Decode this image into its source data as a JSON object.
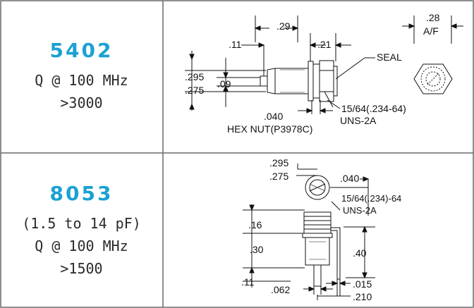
{
  "rows": [
    {
      "model": "5402",
      "specs": [
        "Q @ 100 MHz",
        ">3000"
      ],
      "drawing": {
        "dims": {
          "d029": ".29",
          "d011": ".11",
          "d021": ".21",
          "seal": "SEAL",
          "d0295": ".295",
          "d0275": ".275",
          "d009": ".09",
          "d0040": ".040",
          "hexnut": "HEX NUT(P3978C)",
          "thread1": "15/64(.234-64)",
          "thread2": "UNS-2A",
          "af1": ".28",
          "af2": "A/F"
        }
      }
    },
    {
      "model": "8053",
      "specs": [
        "(1.5 to 14 pF)",
        "Q @ 100 MHz",
        ">1500"
      ],
      "drawing": {
        "dims": {
          "d0295": ".295",
          "d0275": ".275",
          "d0040": ".040",
          "thread1": "15/64(.234)-64",
          "thread2": "UNS-2A",
          "d016": ".16",
          "d030": ".30",
          "d040": ".40",
          "d011": ".11",
          "d0062": ".062",
          "d0015": ".015",
          "d0210": ".210"
        }
      }
    }
  ],
  "colors": {
    "model": "#1aa1d4",
    "border": "#6b6b6b"
  }
}
